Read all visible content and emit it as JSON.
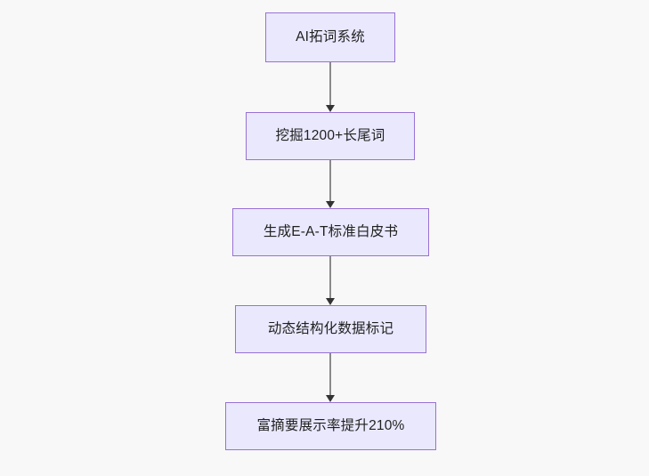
{
  "diagram": {
    "type": "flowchart",
    "orientation": "top-to-bottom",
    "background_color": "#f8f8f8",
    "node_fill_color": "#eae8fd",
    "node_border_color": "#9871d6",
    "node_text_color": "#1f2020",
    "edge_color": "#8a8a8a",
    "arrowhead_color": "#333333",
    "nodes": [
      {
        "id": "n1",
        "label": "AI拓词系统"
      },
      {
        "id": "n2",
        "label": "挖掘1200+长尾词"
      },
      {
        "id": "n3",
        "label": "生成E-A-T标准白皮书"
      },
      {
        "id": "n4",
        "label": "动态结构化数据标记"
      },
      {
        "id": "n5",
        "label": "富摘要展示率提升210%"
      }
    ],
    "edges": [
      {
        "id": "e1",
        "from": "n1",
        "to": "n2",
        "label": ""
      },
      {
        "id": "e2",
        "from": "n2",
        "to": "n3",
        "label": ""
      },
      {
        "id": "e3",
        "from": "n3",
        "to": "n4",
        "label": ""
      },
      {
        "id": "e4",
        "from": "n4",
        "to": "n5",
        "label": ""
      }
    ]
  }
}
